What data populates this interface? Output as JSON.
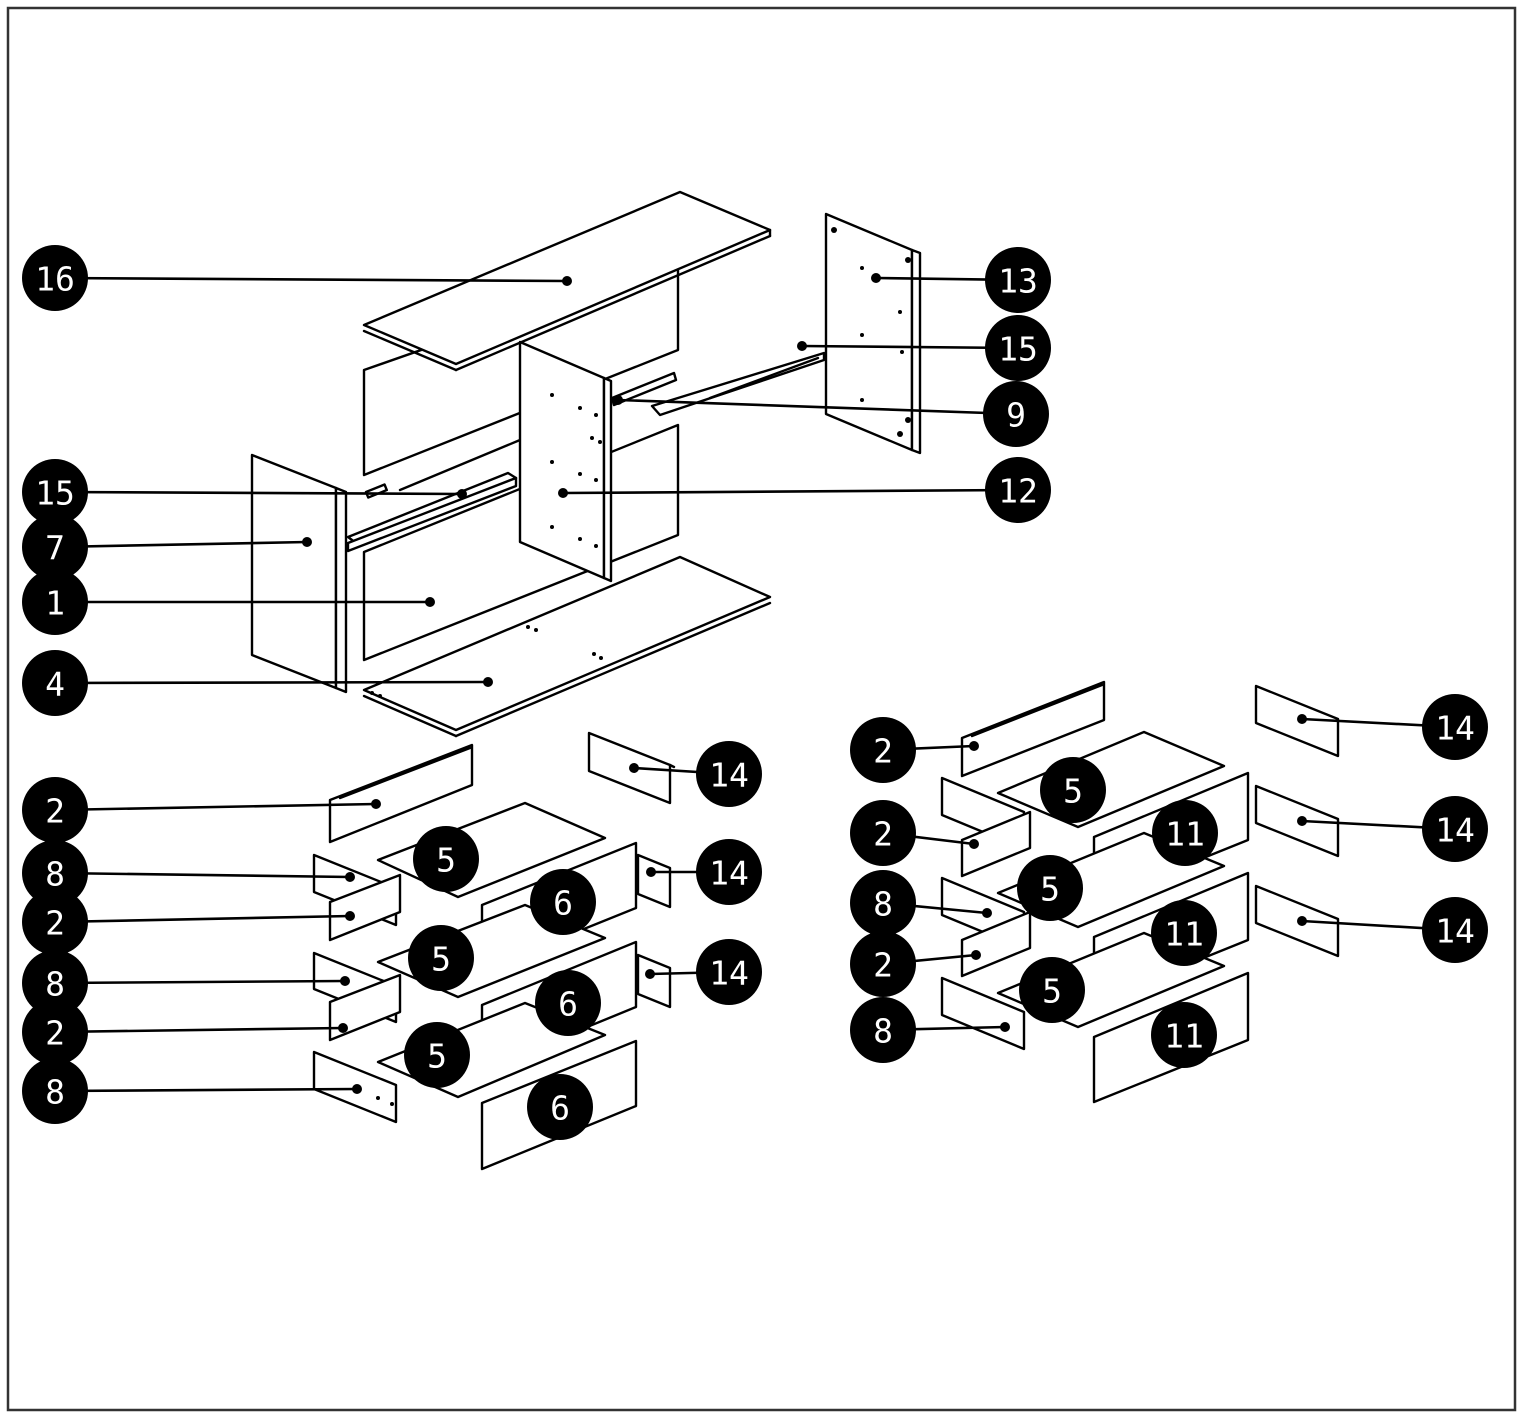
{
  "diagram": {
    "border_color": "#333333",
    "badge_color": "#000000",
    "badge_text_color": "#ffffff",
    "callouts": [
      {
        "id": "c-16",
        "label": "16"
      },
      {
        "id": "c-13",
        "label": "13"
      },
      {
        "id": "c-15-r",
        "label": "15"
      },
      {
        "id": "c-9",
        "label": "9"
      },
      {
        "id": "c-12",
        "label": "12"
      },
      {
        "id": "c-15-l",
        "label": "15"
      },
      {
        "id": "c-7",
        "label": "7"
      },
      {
        "id": "c-1",
        "label": "1"
      },
      {
        "id": "c-4",
        "label": "4"
      },
      {
        "id": "c-2-a",
        "label": "2"
      },
      {
        "id": "c-8-a",
        "label": "8"
      },
      {
        "id": "c-2-b",
        "label": "2"
      },
      {
        "id": "c-8-b",
        "label": "8"
      },
      {
        "id": "c-2-c",
        "label": "2"
      },
      {
        "id": "c-8-c",
        "label": "8"
      },
      {
        "id": "c-14-a",
        "label": "14"
      },
      {
        "id": "c-14-b",
        "label": "14"
      },
      {
        "id": "c-14-c",
        "label": "14"
      },
      {
        "id": "c-2-d",
        "label": "2"
      },
      {
        "id": "c-2-e",
        "label": "2"
      },
      {
        "id": "c-8-d",
        "label": "8"
      },
      {
        "id": "c-2-f",
        "label": "2"
      },
      {
        "id": "c-8-e",
        "label": "8"
      },
      {
        "id": "c-14-d",
        "label": "14"
      },
      {
        "id": "c-14-e",
        "label": "14"
      },
      {
        "id": "c-14-f",
        "label": "14"
      }
    ],
    "inline_labels": [
      {
        "id": "m-5-a",
        "label": "5"
      },
      {
        "id": "m-5-b",
        "label": "5"
      },
      {
        "id": "m-5-c",
        "label": "5"
      },
      {
        "id": "m-6-a",
        "label": "6"
      },
      {
        "id": "m-6-b",
        "label": "6"
      },
      {
        "id": "m-6-c",
        "label": "6"
      },
      {
        "id": "m-5-d",
        "label": "5"
      },
      {
        "id": "m-5-e",
        "label": "5"
      },
      {
        "id": "m-5-f",
        "label": "5"
      },
      {
        "id": "m-11-a",
        "label": "11"
      },
      {
        "id": "m-11-b",
        "label": "11"
      },
      {
        "id": "m-11-c",
        "label": "11"
      }
    ]
  }
}
